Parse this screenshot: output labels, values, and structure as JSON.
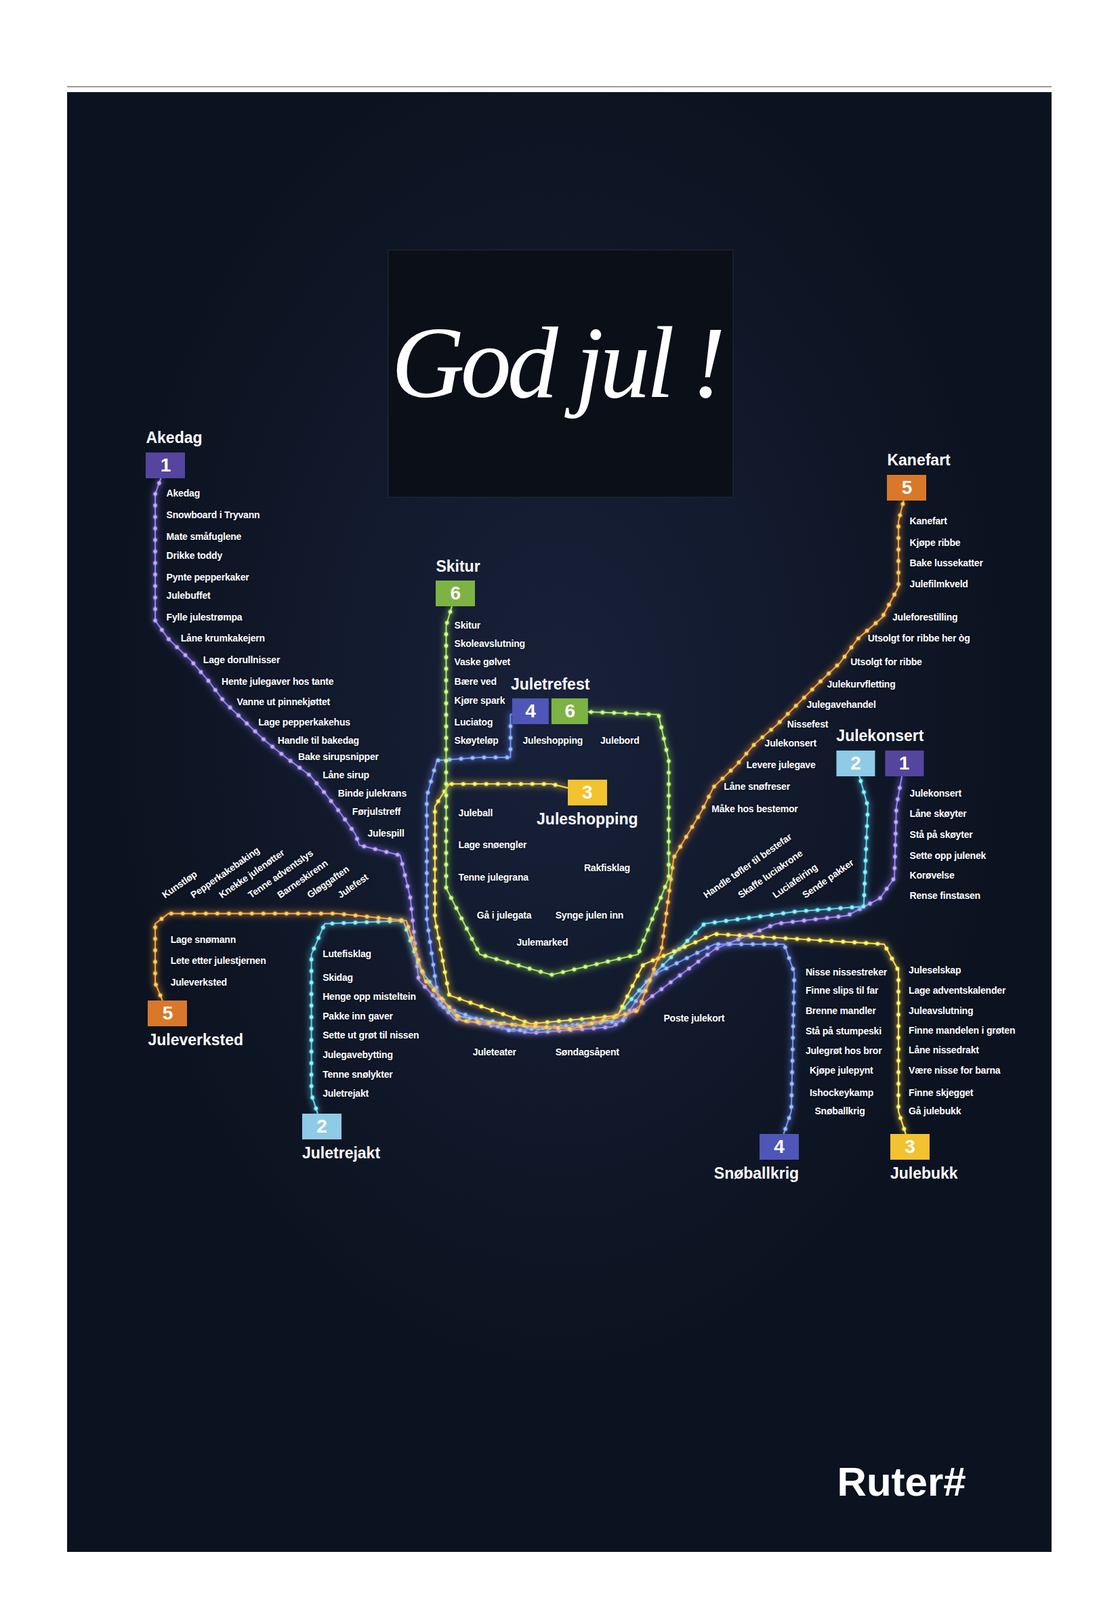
{
  "diagram": {
    "title": "God jul !",
    "nodes": [
      {
        "text": [
          "Akedag",
          "1"
        ]
      },
      {
        "text": [
          "Kanefart",
          "5"
        ]
      },
      {
        "text": [
          "Skitur",
          "6"
        ]
      },
      {
        "text": [
          "Juletrefest"
        ]
      },
      {
        "text": [
          "4"
        ],
        "in": 3
      },
      {
        "text": [
          "6"
        ],
        "in": 3
      },
      {
        "text": [
          "Julekonsert"
        ]
      },
      {
        "text": [
          "2"
        ],
        "in": 6
      },
      {
        "text": [
          "1"
        ],
        "in": 6
      },
      {
        "text": [
          "3",
          "Juleshopping"
        ]
      },
      {
        "text": [
          "5",
          "Juleverksted"
        ]
      },
      {
        "text": [
          "2",
          "Juletrejakt"
        ]
      },
      {
        "text": [
          "4",
          "Snøballkrig"
        ]
      },
      {
        "text": [
          "3",
          "Julebukk"
        ]
      }
    ],
    "edges": [
      {
        "from": 0,
        "to": 8,
        "arrow": "none"
      },
      {
        "from": 11,
        "to": 7,
        "arrow": "none"
      },
      {
        "from": 13,
        "to": 9,
        "arrow": "none"
      },
      {
        "from": 12,
        "to": 4,
        "arrow": "none"
      },
      {
        "from": 10,
        "to": 1,
        "arrow": "none"
      },
      {
        "from": 2,
        "to": 5,
        "arrow": "none"
      }
    ],
    "labels": [
      "Akedag",
      "Snowboard i Tryvann",
      "Mate småfuglene",
      "Drikke toddy",
      "Pynte pepperkaker",
      "Julebuffet",
      "Fylle julestrømpa",
      "Låne krumkakejern",
      "Lage dorullnisser",
      "Hente julegaver hos tante",
      "Vanne ut pinnekjøttet",
      "Lage pepperkakehus",
      "Handle til bakedag",
      "Bake sirupsnipper",
      "Låne sirup",
      "Binde julekrans",
      "Førjulstreff",
      "Julespill",
      "Kunstløp",
      "Pepperkakebaking",
      "Knekke julenøtter",
      "Tenne adventslys",
      "Barneskirenn",
      "Gløggaften",
      "Julefest",
      "Lage snømann",
      "Lete etter julestjernen",
      "Juleverksted",
      "Kanefart",
      "Kjøpe ribbe",
      "Bake lussekatter",
      "Julefilmkveld",
      "Juleforestilling",
      "Utsolgt for ribbe her òg",
      "Utsolgt for ribbe",
      "Julekurvfletting",
      "Julegavehandel",
      "Nissefest",
      "Julekonsert",
      "Levere julegave",
      "Låne snøfreser",
      "Måke hos bestemor",
      "Handle tøfler til bestefar",
      "Skaffe luciakrone",
      "Luciafeiring",
      "Sende pakker",
      "Julekonsert",
      "Låne skøyter",
      "Stå på skøyter",
      "Sette opp julenek",
      "Korøvelse",
      "Rense finstasen",
      "Lutefisklag",
      "Skidag",
      "Henge opp misteltein",
      "Pakke inn gaver",
      "Sette ut grøt til nissen",
      "Julegavebytting",
      "Tenne snølykter",
      "Juletrejakt",
      "Skitur",
      "Skoleavslutning",
      "Vaske gølvet",
      "Bære ved",
      "Kjøre spark",
      "Luciatog",
      "Skøyteløp",
      "Juleshopping",
      "Julebord",
      "Juleball",
      "Lage snøengler",
      "Tenne julegrana",
      "Rakfisklag",
      "Gå i julegata",
      "Synge julen inn",
      "Julemarked",
      "Juleteater",
      "Søndagsåpent",
      "Poste julekort",
      "Nisse nissestreker",
      "Finne slips til far",
      "Brenne mandler",
      "Stå på stumpeski",
      "Julegrøt hos bror",
      "Kjøpe julepynt",
      "Ishockeykamp",
      "Snøballkrig",
      "Juleselskap",
      "Lage adventskalender",
      "Juleavslutning",
      "Finne mandelen i grøten",
      "Låne nissedrakt",
      "Være nisse for barna",
      "Finne skjegget",
      "Gå julebukk",
      "Ruter#"
    ]
  }
}
